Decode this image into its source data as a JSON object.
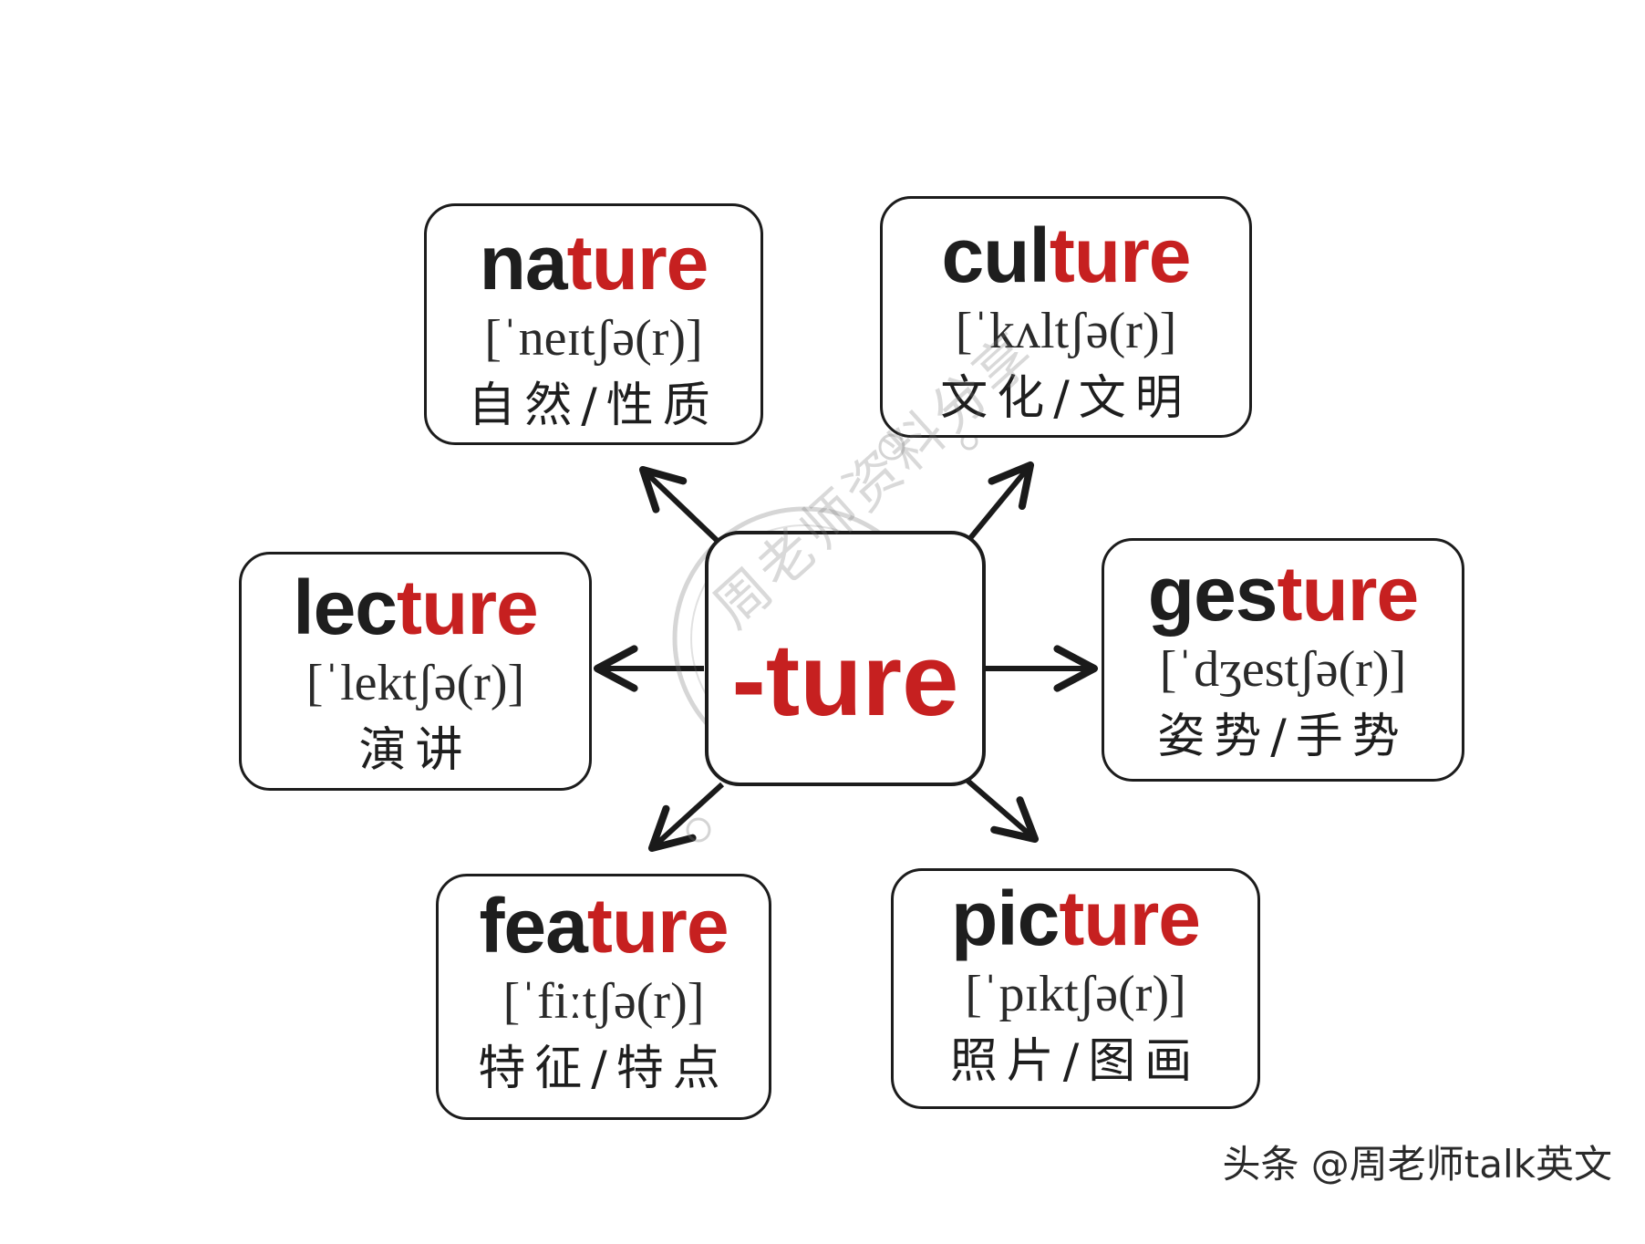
{
  "center": {
    "prefix": "-",
    "suffix": "ture"
  },
  "words": [
    {
      "id": "nature",
      "stem": "na",
      "suffix": "ture",
      "ipa": "[ˈneɪtʃə(r)]",
      "meaning": "自然/性质"
    },
    {
      "id": "culture",
      "stem": "cul",
      "suffix": "ture",
      "ipa": "[ˈkʌltʃə(r)]",
      "meaning": "文化/文明"
    },
    {
      "id": "lecture",
      "stem": "lec",
      "suffix": "ture",
      "ipa": "[ˈlektʃə(r)]",
      "meaning": "演讲"
    },
    {
      "id": "gesture",
      "stem": "ges",
      "suffix": "ture",
      "ipa": "[ˈdʒestʃə(r)]",
      "meaning": "姿势/手势"
    },
    {
      "id": "feature",
      "stem": "fea",
      "suffix": "ture",
      "ipa": "[ˈfiːtʃə(r)]",
      "meaning": "特征/特点"
    },
    {
      "id": "picture",
      "stem": "pic",
      "suffix": "ture",
      "ipa": "[ˈpɪktʃə(r)]",
      "meaning": "照片/图画"
    }
  ],
  "watermark": "周老师资料分享",
  "credit": "头条 @周老师talk英文",
  "colors": {
    "suffix": "#c62020",
    "text": "#1e1e1e",
    "border": "#1c1c1c"
  }
}
